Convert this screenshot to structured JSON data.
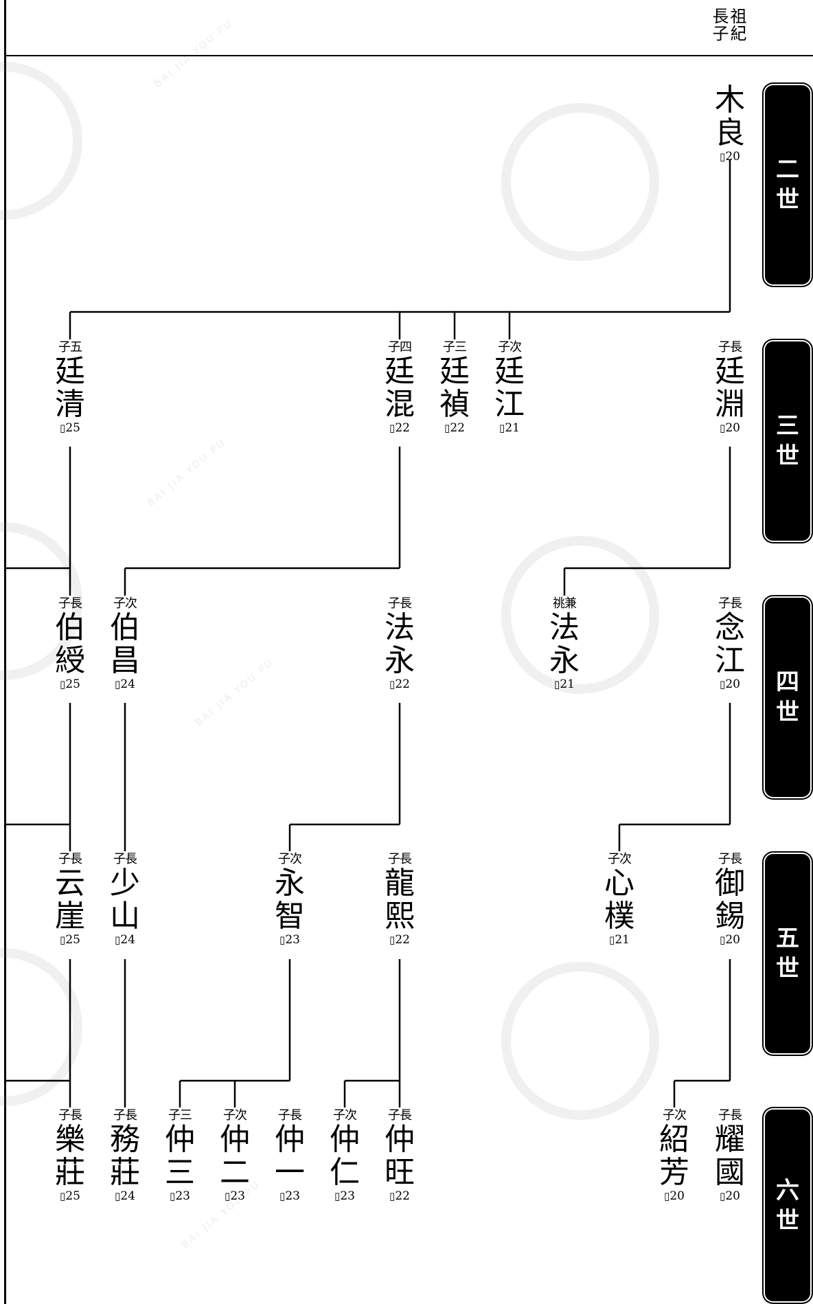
{
  "header": {
    "labels": [
      "祖紀",
      "長子"
    ]
  },
  "generation_tabs": [
    {
      "id": "gen-2",
      "chars": [
        "二",
        "世"
      ]
    },
    {
      "id": "gen-3",
      "chars": [
        "三",
        "世"
      ]
    },
    {
      "id": "gen-4",
      "chars": [
        "四",
        "世"
      ]
    },
    {
      "id": "gen-5",
      "chars": [
        "五",
        "世"
      ]
    },
    {
      "id": "gen-6",
      "chars": [
        "六",
        "世"
      ]
    }
  ],
  "page_icon": "▯",
  "persons": [
    {
      "rel": "",
      "name": "木良",
      "page": "20"
    },
    {
      "rel": "子長",
      "name": "廷淵",
      "page": "20"
    },
    {
      "rel": "子次",
      "name": "廷江",
      "page": "21"
    },
    {
      "rel": "子三",
      "name": "廷禎",
      "page": "22"
    },
    {
      "rel": "子四",
      "name": "廷混",
      "page": "22"
    },
    {
      "rel": "子五",
      "name": "廷清",
      "page": "25"
    },
    {
      "rel": "子長",
      "name": "念江",
      "page": "20"
    },
    {
      "rel": "祧兼",
      "name": "法永",
      "page": "21"
    },
    {
      "rel": "子長",
      "name": "法永",
      "page": "22"
    },
    {
      "rel": "子次",
      "name": "伯昌",
      "page": "24"
    },
    {
      "rel": "子長",
      "name": "伯綬",
      "page": "25"
    },
    {
      "rel": "子長",
      "name": "御錫",
      "page": "20"
    },
    {
      "rel": "子次",
      "name": "心樸",
      "page": "21"
    },
    {
      "rel": "子長",
      "name": "龍熙",
      "page": "22"
    },
    {
      "rel": "子次",
      "name": "永智",
      "page": "23"
    },
    {
      "rel": "子長",
      "name": "少山",
      "page": "24"
    },
    {
      "rel": "子長",
      "name": "云崖",
      "page": "25"
    },
    {
      "rel": "子長",
      "name": "耀國",
      "page": "20"
    },
    {
      "rel": "子次",
      "name": "紹芳",
      "page": "20"
    },
    {
      "rel": "子長",
      "name": "仲旺",
      "page": "22"
    },
    {
      "rel": "子次",
      "name": "仲仁",
      "page": "23"
    },
    {
      "rel": "子長",
      "name": "仲一",
      "page": "23"
    },
    {
      "rel": "子次",
      "name": "仲二",
      "page": "23"
    },
    {
      "rel": "子三",
      "name": "仲三",
      "page": "23"
    },
    {
      "rel": "子長",
      "name": "務莊",
      "page": "24"
    },
    {
      "rel": "子長",
      "name": "樂莊",
      "page": "25"
    }
  ],
  "watermark": {
    "text": "BAI JIA YOU PU"
  }
}
